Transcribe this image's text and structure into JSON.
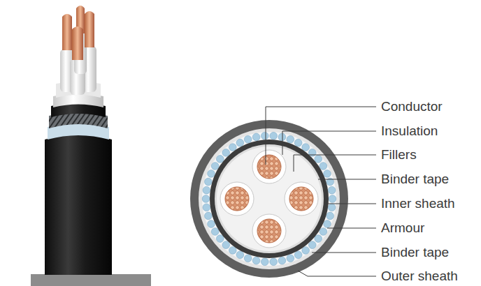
{
  "diagram": {
    "labels": [
      "Conductor",
      "Insulation",
      "Fillers",
      "Binder tape",
      "Inner sheath",
      "Armour",
      "Binder tape",
      "Outer sheath"
    ]
  }
}
